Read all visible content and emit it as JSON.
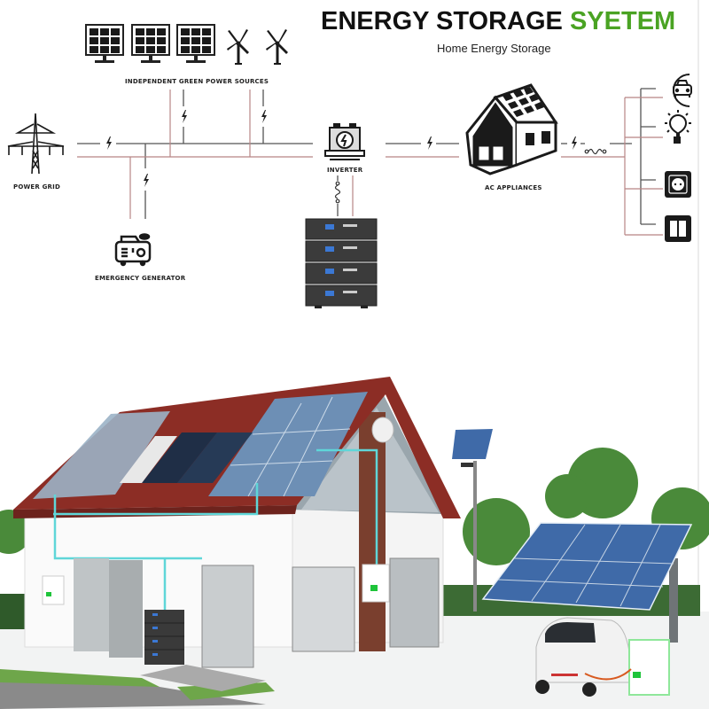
{
  "header": {
    "title_main": "ENERGY STORAGE",
    "title_accent": "SYETEM",
    "subtitle": "Home Energy Storage"
  },
  "diagram": {
    "nodes": {
      "green_sources": {
        "label": "INDEPENDENT GREEN POWER SOURCES",
        "icons": [
          "solar-panel",
          "solar-panel",
          "solar-panel",
          "wind-turbine",
          "wind-turbine"
        ]
      },
      "power_grid": {
        "label": "POWER GRID",
        "icon": "transmission-tower"
      },
      "generator": {
        "label": "EMERGENCY GENERATOR",
        "icon": "generator"
      },
      "inverter": {
        "label": "INVERTER",
        "icon": "inverter"
      },
      "battery": {
        "label": "",
        "modules": 4,
        "icon": "battery-stack"
      },
      "ac_appliances": {
        "label": "AC APPLIANCES",
        "icon": "solar-house"
      },
      "loads": [
        "electric-car",
        "light-bulb",
        "power-socket",
        "light-switch"
      ]
    },
    "colors": {
      "wire_dark": "#555555",
      "wire_red": "#b88080",
      "accent_green": "#4aa323",
      "cable_cyan": "#5fd6d8"
    }
  },
  "illustration": {
    "description": "Home with rooftop solar panels, solar thermal collectors, wall-mounted inverters, battery stack, solar carport with EV charging and solar street light",
    "elements": [
      "house",
      "rooftop-solar-left",
      "rooftop-solar-right",
      "solar-thermal-collector",
      "satellite-dish",
      "wall-inverter-left",
      "wall-inverter-right",
      "battery-stack",
      "solar-street-light",
      "solar-carport",
      "electric-car",
      "wall-battery-carport"
    ]
  }
}
